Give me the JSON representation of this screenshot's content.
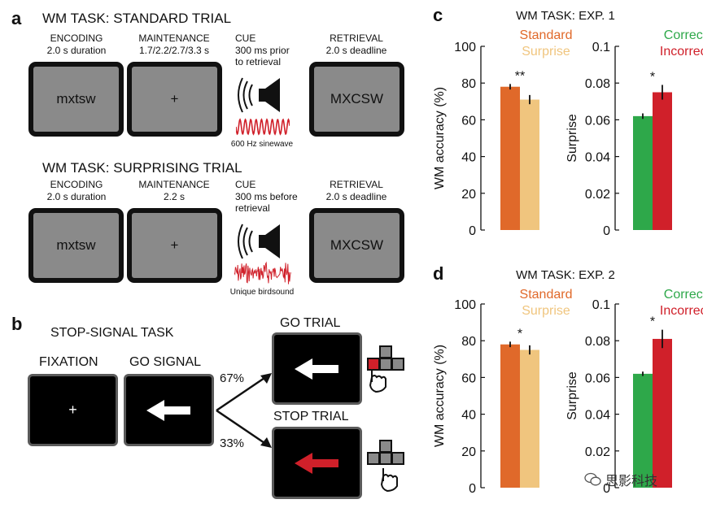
{
  "panel_a": {
    "letter": "a",
    "standard": {
      "title": "WM TASK: STANDARD TRIAL",
      "encoding": {
        "head": "ENCODING",
        "sub": "2.0 s duration",
        "screen": "mxtsw"
      },
      "maintenance": {
        "head": "MAINTENANCE",
        "sub": "1.7/2.2/2.7/3.3 s",
        "screen": "+"
      },
      "cue": {
        "head": "CUE",
        "line1": "300 ms prior",
        "line2": "to retrieval",
        "caption": "600 Hz sinewave"
      },
      "retrieval": {
        "head": "RETRIEVAL",
        "sub": "2.0 s deadline",
        "screen": "MXCSW"
      }
    },
    "surprising": {
      "title": "WM TASK: SURPRISING TRIAL",
      "encoding": {
        "head": "ENCODING",
        "sub": "2.0 s duration",
        "screen": "mxtsw"
      },
      "maintenance": {
        "head": "MAINTENANCE",
        "sub": "2.2 s",
        "screen": "+"
      },
      "cue": {
        "head": "CUE",
        "line1": "300 ms before",
        "line2": "retrieval",
        "caption": "Unique birdsound"
      },
      "retrieval": {
        "head": "RETRIEVAL",
        "sub": "2.0 s deadline",
        "screen": "MXCSW"
      }
    }
  },
  "panel_b": {
    "letter": "b",
    "title": "STOP-SIGNAL TASK",
    "fixation": {
      "label": "FIXATION",
      "symbol": "+"
    },
    "go_signal": {
      "label": "GO SIGNAL"
    },
    "go_trial": {
      "label": "GO TRIAL",
      "percent": "67%"
    },
    "stop_trial": {
      "label": "STOP TRIAL",
      "percent": "33%"
    },
    "colors": {
      "arrow_go": "#ffffff",
      "arrow_stop": "#d0202a"
    }
  },
  "chart_data": [
    {
      "panel": "c",
      "title": "WM TASK: EXP. 1",
      "type": "bar",
      "ylabel": "WM accuracy (%)",
      "ylim": [
        0,
        100
      ],
      "yticks": [
        "0",
        "20",
        "40",
        "60",
        "80",
        "100"
      ],
      "series": [
        {
          "name": "Standard",
          "value": 78,
          "err": 1.5,
          "color": "#e0692a"
        },
        {
          "name": "Surprise",
          "value": 71,
          "err": 2.5,
          "color": "#f0c57e"
        }
      ],
      "annotation": "**"
    },
    {
      "panel": "c",
      "type": "bar",
      "ylabel": "Surprise",
      "ylim": [
        0,
        0.1
      ],
      "yticks": [
        "0",
        "0.02",
        "0.04",
        "0.06",
        "0.08",
        "0.1"
      ],
      "series": [
        {
          "name": "Correct",
          "value": 0.062,
          "err": 0.0015,
          "color": "#2ea84a"
        },
        {
          "name": "Incorrect",
          "value": 0.075,
          "err": 0.004,
          "color": "#d0202a"
        }
      ],
      "annotation": "*"
    },
    {
      "panel": "d",
      "title": "WM TASK: EXP. 2",
      "type": "bar",
      "ylabel": "WM accuracy (%)",
      "ylim": [
        0,
        100
      ],
      "yticks": [
        "0",
        "20",
        "40",
        "60",
        "80",
        "100"
      ],
      "series": [
        {
          "name": "Standard",
          "value": 78,
          "err": 1.5,
          "color": "#e0692a"
        },
        {
          "name": "Surprise",
          "value": 75,
          "err": 2.5,
          "color": "#f0c57e"
        }
      ],
      "annotation": "*"
    },
    {
      "panel": "d",
      "type": "bar",
      "ylabel": "Surprise",
      "ylim": [
        0,
        0.1
      ],
      "yticks": [
        "0",
        "0.02",
        "0.04",
        "0.06",
        "0.08",
        "0.1"
      ],
      "series": [
        {
          "name": "Correct",
          "value": 0.062,
          "err": 0.0012,
          "color": "#2ea84a"
        },
        {
          "name": "Incorrect",
          "value": 0.081,
          "err": 0.005,
          "color": "#d0202a"
        }
      ],
      "annotation": "*"
    }
  ],
  "watermark": {
    "text": "思影科技",
    "icon": "wechat-icon"
  }
}
